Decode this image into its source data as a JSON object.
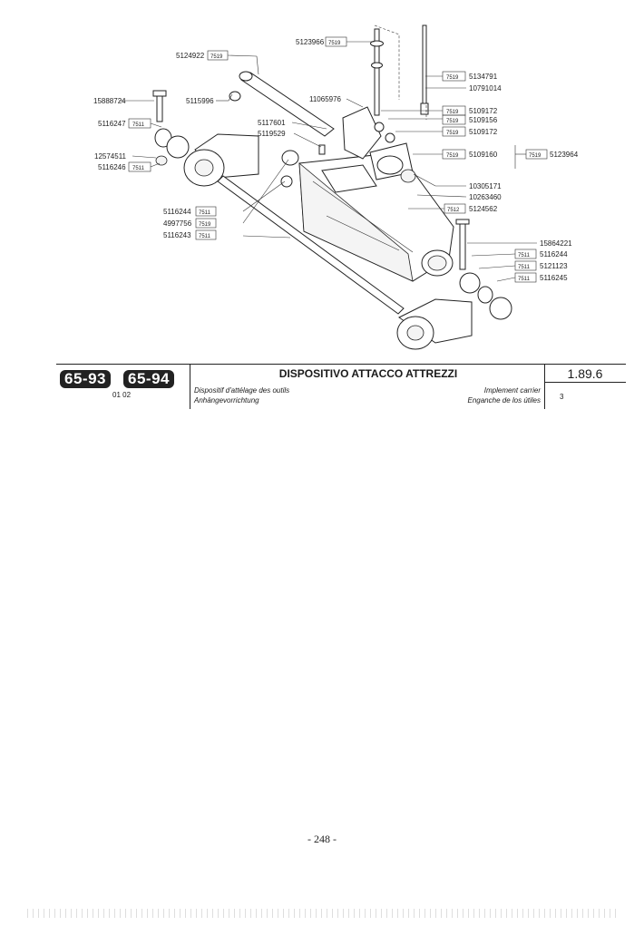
{
  "callouts": [
    {
      "id": "c1",
      "number": "5123966",
      "code": "7519"
    },
    {
      "id": "c2",
      "number": "5124922",
      "code": "7519"
    },
    {
      "id": "c3",
      "number": "5134791",
      "code": "7519"
    },
    {
      "id": "c4",
      "number": "10791014",
      "code": ""
    },
    {
      "id": "c5",
      "number": "15888724",
      "code": ""
    },
    {
      "id": "c6",
      "number": "5115996",
      "code": ""
    },
    {
      "id": "c7",
      "number": "11065976",
      "code": ""
    },
    {
      "id": "c8",
      "number": "5109172",
      "code": "7519"
    },
    {
      "id": "c9",
      "number": "5109156",
      "code": "7519"
    },
    {
      "id": "c10",
      "number": "5109172",
      "code": "7519"
    },
    {
      "id": "c11",
      "number": "5116247",
      "code": "7511"
    },
    {
      "id": "c12",
      "number": "5117601",
      "code": ""
    },
    {
      "id": "c13",
      "number": "5119529",
      "code": ""
    },
    {
      "id": "c14",
      "number": "12574511",
      "code": ""
    },
    {
      "id": "c15",
      "number": "5116246",
      "code": "7511"
    },
    {
      "id": "c16",
      "number": "5109160",
      "code": "7519"
    },
    {
      "id": "c17",
      "number": "5123964",
      "code": "7519"
    },
    {
      "id": "c18",
      "number": "10305171",
      "code": ""
    },
    {
      "id": "c19",
      "number": "10263460",
      "code": ""
    },
    {
      "id": "c20",
      "number": "5124562",
      "code": "7512"
    },
    {
      "id": "c21",
      "number": "5116244",
      "code": "7511"
    },
    {
      "id": "c22",
      "number": "4997756",
      "code": "7519"
    },
    {
      "id": "c23",
      "number": "5116243",
      "code": "7511"
    },
    {
      "id": "c24",
      "number": "15864221",
      "code": ""
    },
    {
      "id": "c25",
      "number": "5116244",
      "code": "7511"
    },
    {
      "id": "c26",
      "number": "5121123",
      "code": "7511"
    },
    {
      "id": "c27",
      "number": "5116245",
      "code": "7511"
    }
  ],
  "title_block": {
    "models": [
      "65-93",
      "65-94"
    ],
    "date": "01 02",
    "title_it": "DISPOSITIVO ATTACCO ATTREZZI",
    "title_fr": "Dispositif d'attélage des outils",
    "title_de": "Anhängevorrichtung",
    "title_en": "Implement carrier",
    "title_es": "Enganche de los útiles",
    "section": "1.89.6",
    "sheet": "3"
  },
  "footer": {
    "page_number": "- 248 -"
  }
}
